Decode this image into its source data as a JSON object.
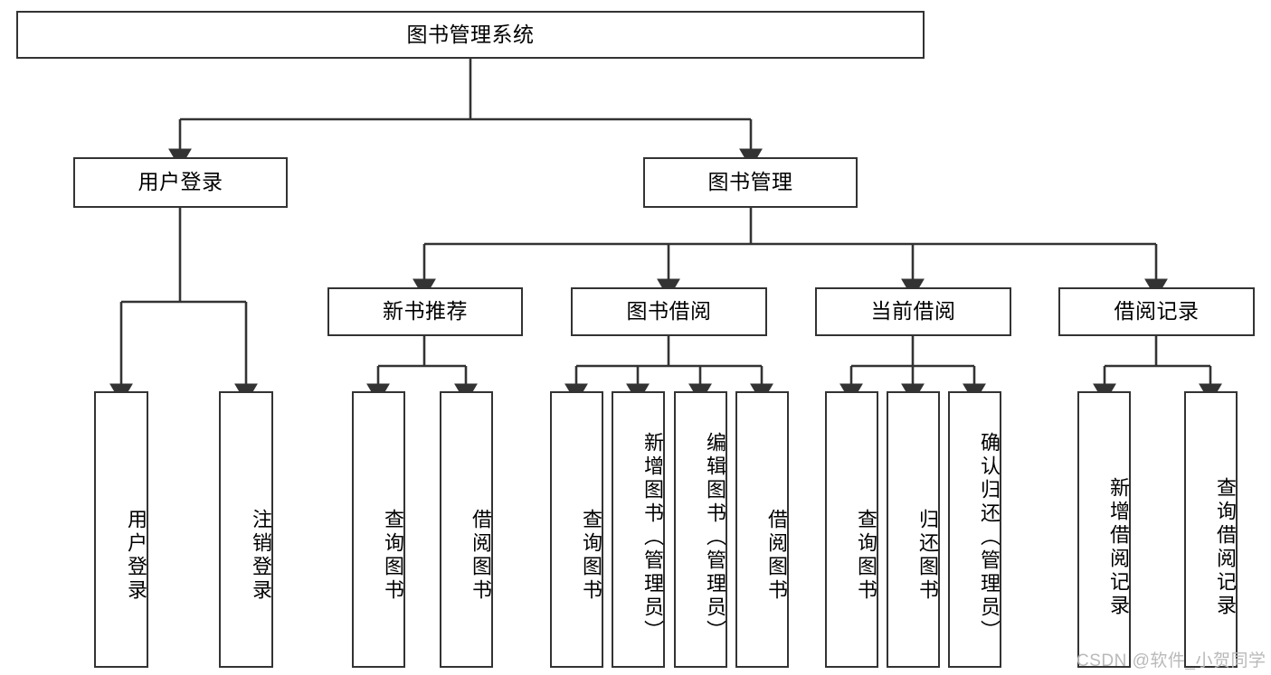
{
  "diagram": {
    "title": "图书管理系统",
    "type": "hierarchy-tree",
    "root": {
      "label": "图书管理系统"
    },
    "level2": [
      {
        "label": "用户登录"
      },
      {
        "label": "图书管理"
      }
    ],
    "level3": [
      {
        "label": "新书推荐"
      },
      {
        "label": "图书借阅"
      },
      {
        "label": "当前借阅"
      },
      {
        "label": "借阅记录"
      }
    ],
    "leaves": {
      "user_login": [
        {
          "label": "用户登录"
        },
        {
          "label": "注销登录"
        }
      ],
      "new_book_recommend": [
        {
          "label": "查询图书"
        },
        {
          "label": "借阅图书"
        }
      ],
      "book_borrow": [
        {
          "label": "查询图书"
        },
        {
          "label": "新增图书（管理员）"
        },
        {
          "label": "编辑图书（管理员）"
        },
        {
          "label": "借阅图书"
        }
      ],
      "current_borrow": [
        {
          "label": "查询图书"
        },
        {
          "label": "归还图书"
        },
        {
          "label": "确认归还（管理员）"
        }
      ],
      "borrow_record": [
        {
          "label": "新增借阅记录"
        },
        {
          "label": "查询借阅记录"
        }
      ]
    }
  },
  "watermark": {
    "text": "CSDN @软件_小贺同学"
  },
  "colors": {
    "border": "#333333",
    "background": "#ffffff",
    "text": "#000000",
    "watermark": "#b9b9b9"
  }
}
